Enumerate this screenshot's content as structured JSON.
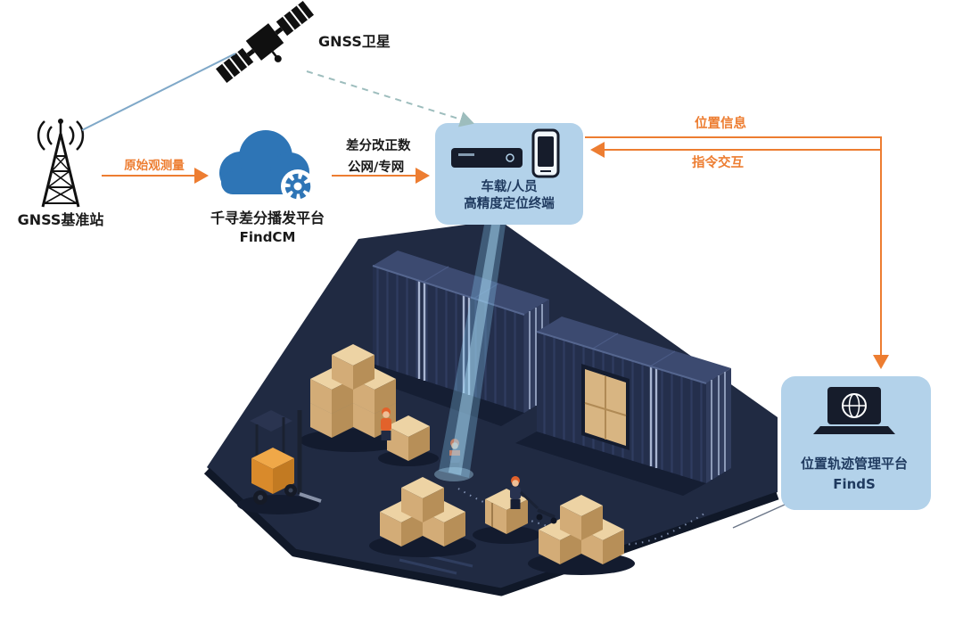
{
  "diagram": {
    "satellite": {
      "label": "GNSS卫星",
      "icon": "satellite-icon"
    },
    "base_station": {
      "label": "GNSS基准站",
      "icon": "radio-tower-icon"
    },
    "cloud_platform": {
      "name": "千寻差分播发平台",
      "product": "FindCM",
      "icon": "cloud-gear-icon"
    },
    "terminal": {
      "line1": "车载/人员",
      "line2": "高精度定位终端",
      "icons": [
        "receiver-icon",
        "smartphone-icon"
      ]
    },
    "management_platform": {
      "name": "位置轨迹管理平台",
      "product": "FindS",
      "icon": "laptop-globe-icon"
    },
    "links": {
      "base_to_cloud": "原始观测量",
      "cloud_to_terminal_line1": "差分改正数",
      "cloud_to_terminal_line2": "公网/专网",
      "terminal_to_platform": "位置信息",
      "platform_to_terminal": "指令交互"
    },
    "scene": {
      "description": "isometric-warehouse-with-containers-forklift-workers"
    }
  },
  "colors": {
    "accent_orange": "#ED7D31",
    "cloud_blue": "#2E75B6",
    "panel_blue": "#B3D2EA",
    "container_navy": "#242F4C",
    "floor_navy": "#202A42",
    "cargo_tan": "#D3AC77",
    "beam_blue": "#7EC0E8",
    "satellite_link_blue": "#7FA8C8",
    "satellite_dashed_teal": "#9DBDBD",
    "dark_text_navy": "#1F3A5F"
  }
}
